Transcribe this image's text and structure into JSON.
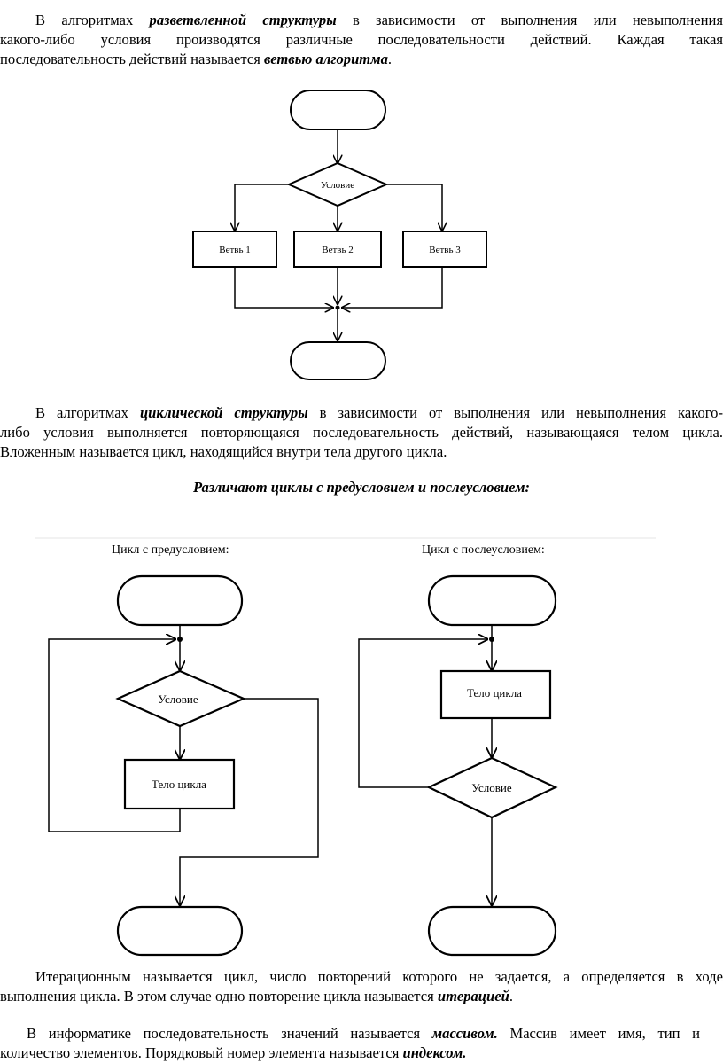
{
  "paragraph1": {
    "line1_pre": "В алгоритмах",
    "line1_term": "разветвленной структуры",
    "line1_post": "в зависимости от выполнения или невыполнения",
    "line2": "какого-либо условия производятся различные последовательности действий. Каждая такая",
    "line3_pre": "последовательность действий называется",
    "line3_term": "ветвью алгоритма",
    "line3_post": "."
  },
  "branch_diagram": {
    "condition": "Условие",
    "branch1": "Ветвь 1",
    "branch2": "Ветвь 2",
    "branch3": "Ветвь 3"
  },
  "paragraph2": {
    "line1_pre": "В алгоритмах",
    "line1_term": "циклической структуры",
    "line1_post": "в зависимости от выполнения или невыполнения какого-",
    "line2": "либо условия выполняется повторяющаяся последовательность действий, называющаяся телом цикла.",
    "line3": "Вложенным называется цикл, находящийся внутри тела другого цикла."
  },
  "loops_heading": "Различают циклы с предусловием и послеусловием:",
  "loop_diagrams": {
    "pre_title": "Цикл с предусловием:",
    "pre_condition": "Условие",
    "pre_body": "Тело цикла",
    "post_title": "Цикл с послеусловием:",
    "post_body": "Тело цикла",
    "post_condition": "Условие"
  },
  "paragraph3": {
    "line1": "Итерационным называется цикл, число повторений которого не задается, а определяется в ходе",
    "line2_pre": "выполнения цикла. В этом случае одно повторение цикла называется",
    "line2_term": "итерацией",
    "line2_post": "."
  },
  "paragraph4": {
    "line1_pre": "В информатике последовательность значений называется",
    "line1_term": "массивом.",
    "line1_post": "Массив имеет имя, тип и",
    "line2_pre": "количество элементов. Порядковый номер элемента называется",
    "line2_term": "индексом."
  }
}
